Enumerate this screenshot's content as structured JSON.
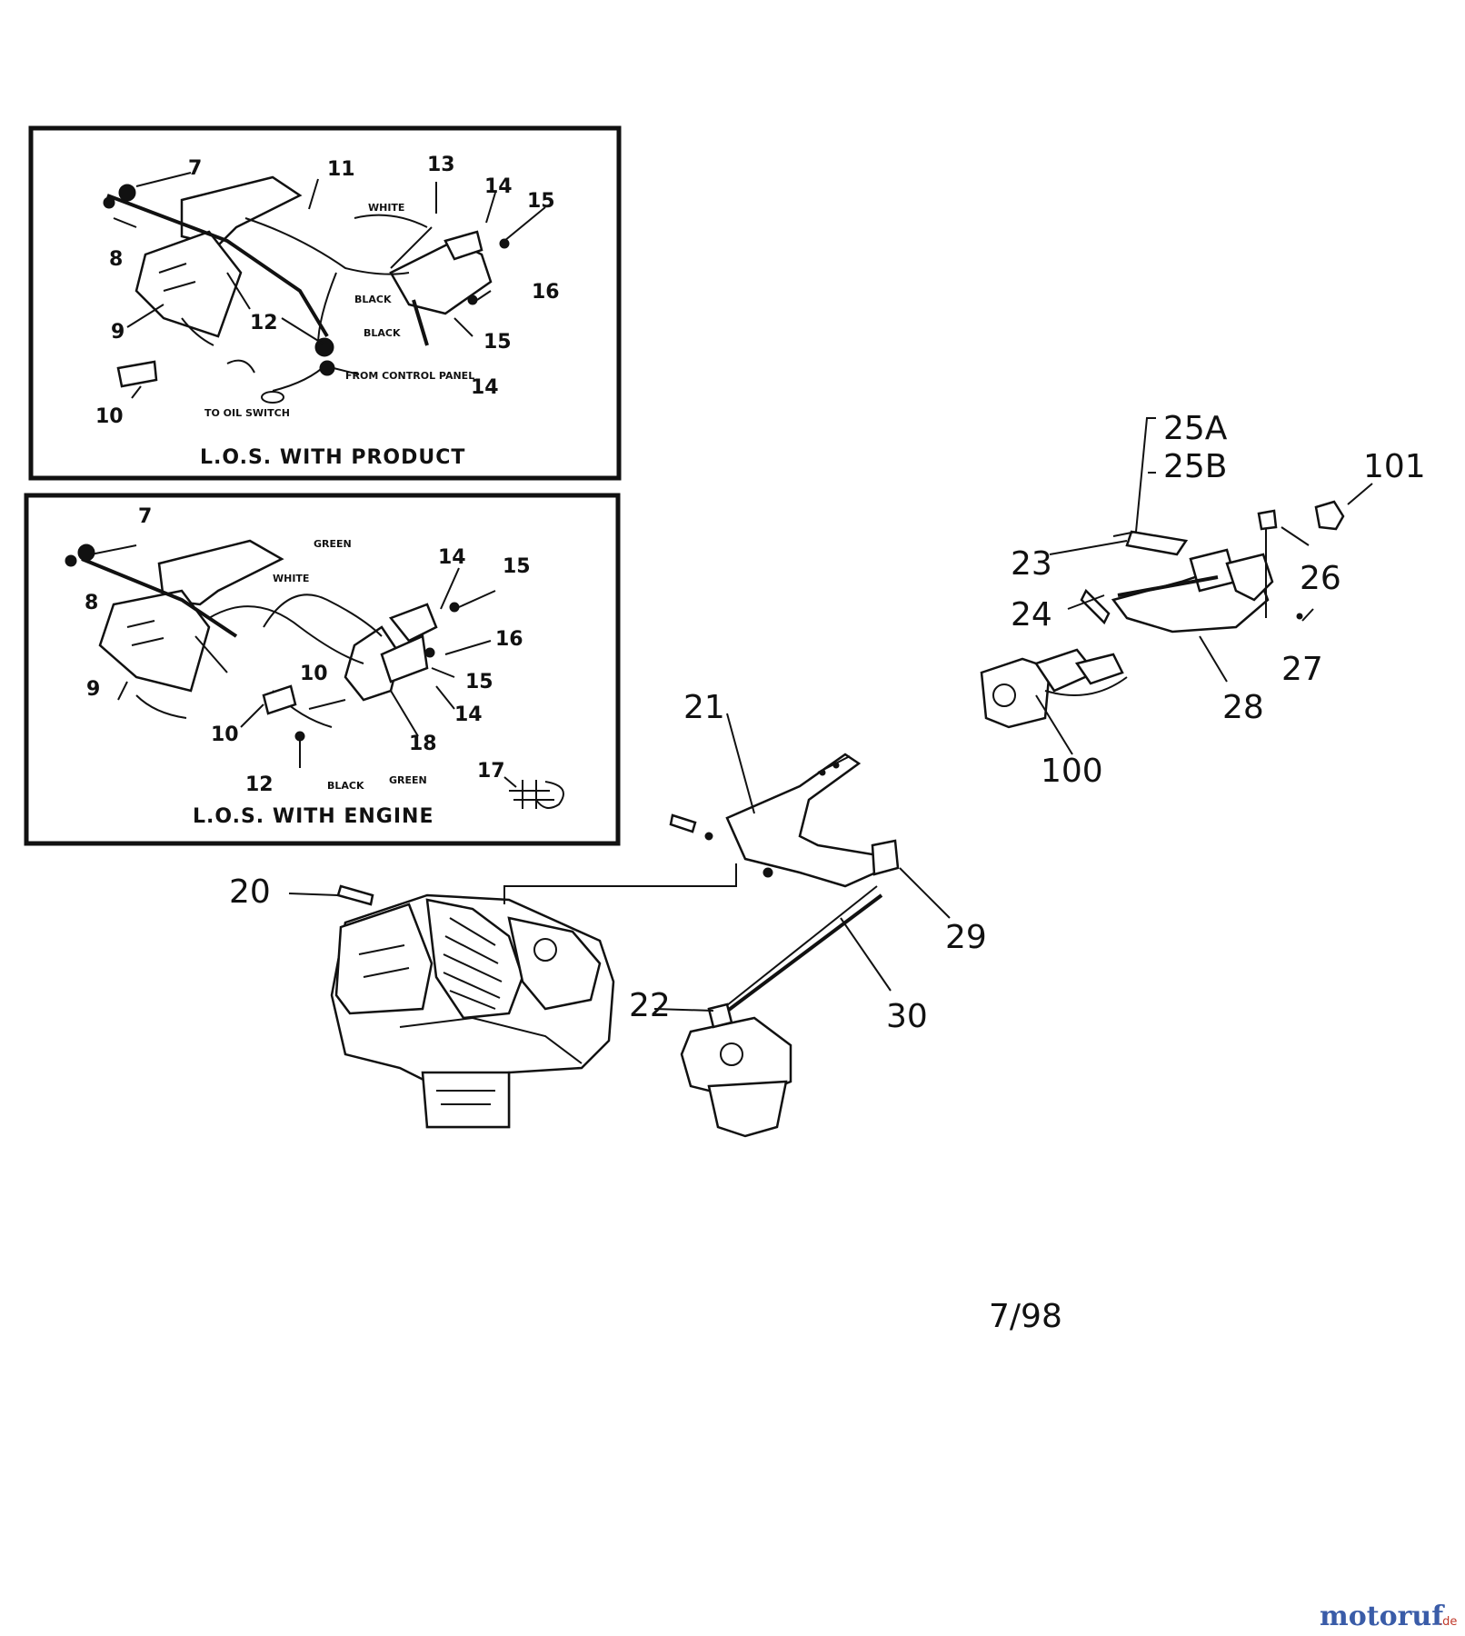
{
  "panels": {
    "product": {
      "caption": "L.O.S. WITH PRODUCT",
      "labels": [
        "7",
        "8",
        "9",
        "10",
        "11",
        "12",
        "13",
        "14",
        "15",
        "16",
        "15",
        "14"
      ],
      "wire_labels": [
        "WHITE",
        "BLACK",
        "BLACK",
        "FROM CONTROL PANEL",
        "TO OIL SWITCH"
      ]
    },
    "engine": {
      "caption": "L.O.S. WITH ENGINE",
      "labels": [
        "7",
        "8",
        "9",
        "10",
        "10",
        "12",
        "14",
        "15",
        "16",
        "15",
        "14",
        "18",
        "17"
      ],
      "wire_labels": [
        "GREEN",
        "WHITE",
        "BLACK",
        "GREEN"
      ]
    }
  },
  "callouts": [
    "20",
    "21",
    "22",
    "23",
    "24",
    "25A",
    "25B",
    "26",
    "27",
    "28",
    "29",
    "30",
    "100",
    "101"
  ],
  "date_code": "7/98",
  "watermark": {
    "text_main": "motoruf",
    "text_suffix": ".de"
  },
  "colors": {
    "ink": "#111111",
    "watermark_blue": "#3a5ca8",
    "watermark_red": "#c0392b"
  }
}
